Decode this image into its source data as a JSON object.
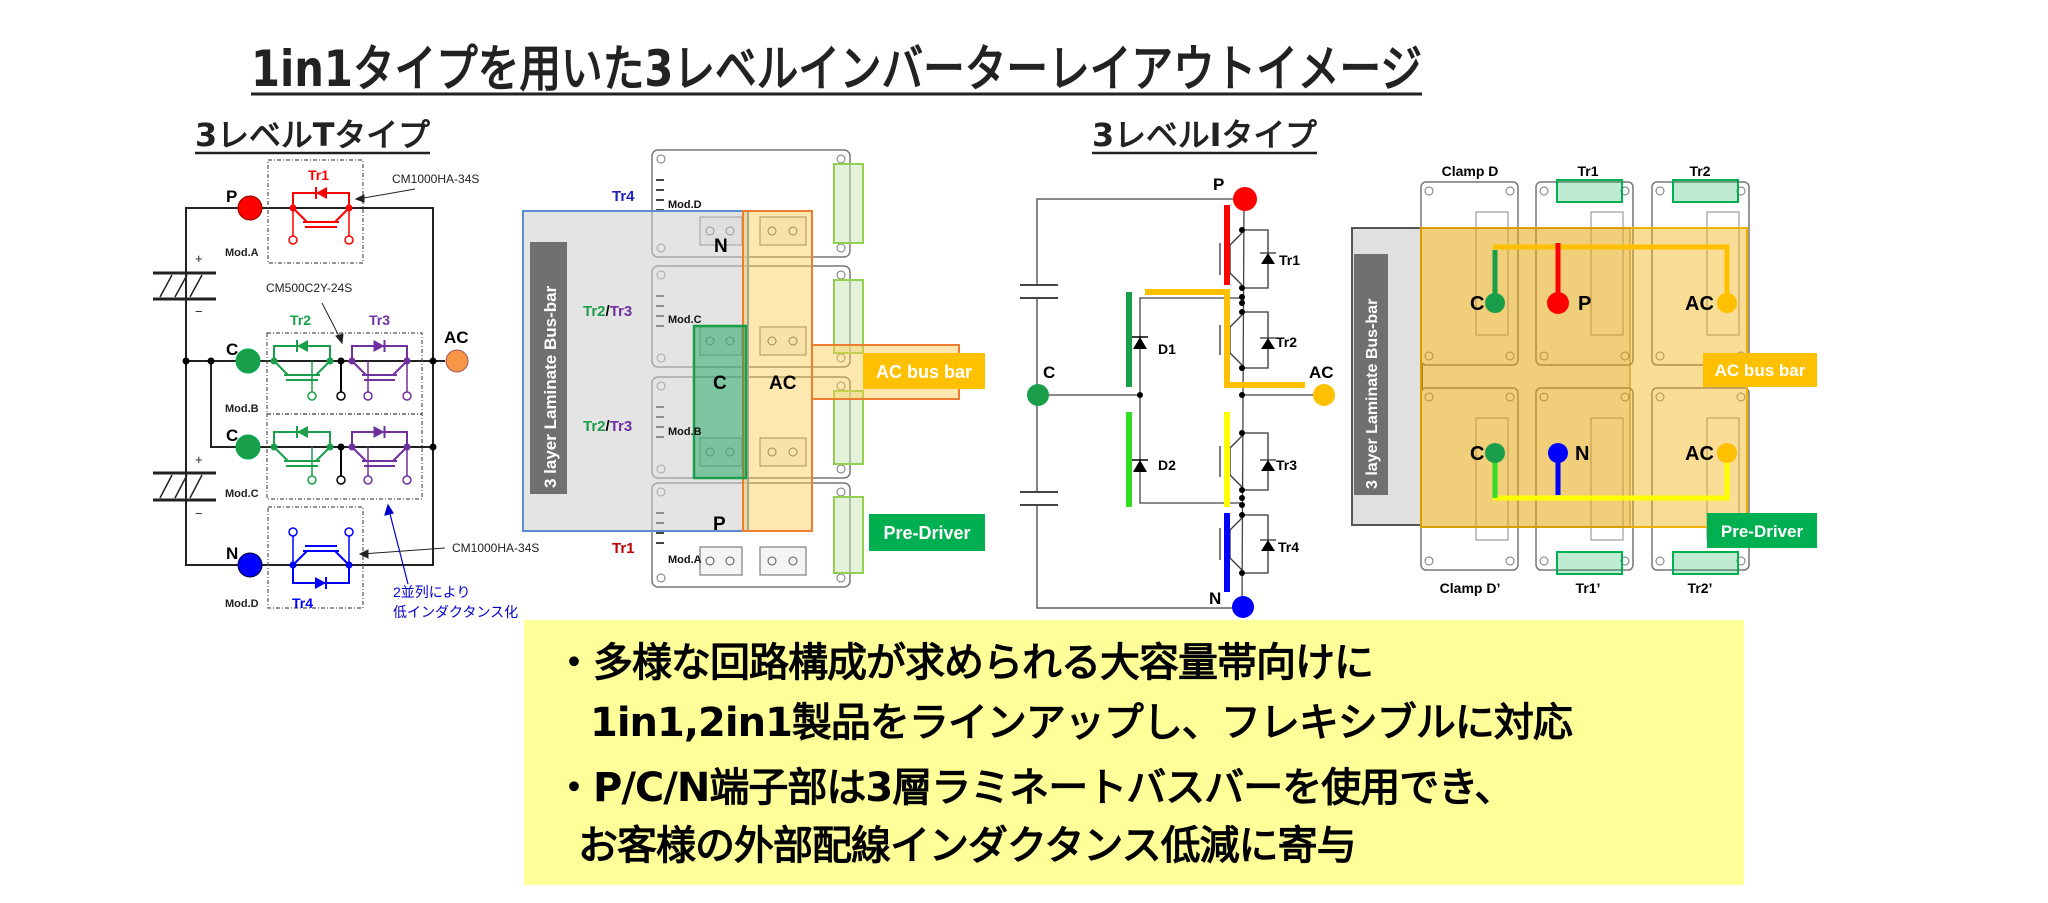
{
  "title": "1in1タイプを用いた3レベルインバーターレイアウトイメージ",
  "t_type": {
    "heading": "3レベルTタイプ",
    "circuit": {
      "P": "P",
      "C1": "C",
      "C2": "C",
      "N": "N",
      "AC": "AC",
      "tr1": "Tr1",
      "tr2": "Tr2",
      "tr3": "Tr3",
      "tr4": "Tr4",
      "mod_a": "Mod.A",
      "mod_b": "Mod.B",
      "mod_c": "Mod.C",
      "mod_d": "Mod.D",
      "part_top": "CM1000HA-34S",
      "part_mid": "CM500C2Y-24S",
      "part_bottom": "CM1000HA-34S",
      "cap_plus": "+",
      "cap_minus": "−",
      "parallel_note_1": "2並列により",
      "parallel_note_2": "低インダクタンス化"
    },
    "layout": {
      "tr4": "Tr4",
      "tr2": "Tr2",
      "slash": "/",
      "tr3": "Tr3",
      "tr1": "Tr1",
      "mod_d": "Mod.D",
      "mod_c": "Mod.C",
      "mod_b": "Mod.B",
      "mod_a": "Mod.A",
      "N": "N",
      "C": "C",
      "AC": "AC",
      "P": "P",
      "busbar": "3 layer Laminate Bus-bar",
      "ac_bus_bar": "AC bus bar",
      "pre_driver": "Pre-Driver"
    }
  },
  "i_type": {
    "heading": "3レベルIタイプ",
    "circuit": {
      "P": "P",
      "N": "N",
      "C": "C",
      "AC": "AC",
      "tr1": "Tr1",
      "tr2": "Tr2",
      "tr3": "Tr3",
      "tr4": "Tr4",
      "d1": "D1",
      "d2": "D2"
    },
    "layout": {
      "clamp_d": "Clamp D",
      "tr1": "Tr1",
      "tr2": "Tr2",
      "clamp_d2": "Clamp D’",
      "tr1b": "Tr1’",
      "tr2b": "Tr2’",
      "C_top": "C",
      "P": "P",
      "AC_top": "AC",
      "C_bottom": "C",
      "N": "N",
      "AC_bottom": "AC",
      "busbar": "3 layer Laminate Bus-bar",
      "ac_bus_bar": "AC bus bar",
      "pre_driver": "Pre-Driver"
    }
  },
  "notes": [
    "・多様な回路構成が求められる大容量帯向けに",
    "1in1,2in1製品をラインアップし、フレキシブルに対応",
    "・P/C/N端子部は3層ラミネートバスバーを使用でき、",
    "お客様の外部配線インダクタンス低減に寄与"
  ],
  "colors": {
    "P": "#ff0000",
    "C": "#1a9e4a",
    "N": "#0000ff",
    "AC_t": "#f79646",
    "AC_i": "#ffc000",
    "tr3": "#7030a0",
    "note_bg": "#ffff99",
    "pre_driver": "#00b050"
  }
}
